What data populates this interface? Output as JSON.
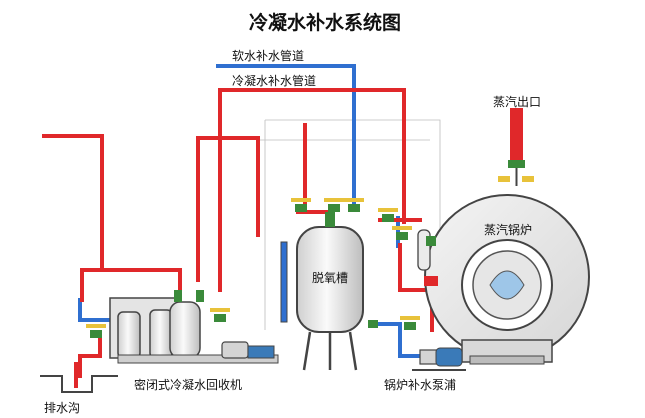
{
  "diagram": {
    "title": "冷凝水补水系统图",
    "labels": {
      "soft_water_pipe": "软水补水管道",
      "condensate_pipe": "冷凝水补水管道",
      "steam_outlet": "蒸汽出口",
      "steam_boiler": "蒸汽锅炉",
      "deaerator": "脱氧槽",
      "recovery_unit": "密闭式冷凝水回收机",
      "feed_pump": "锅炉补水泵浦",
      "drain_ditch": "排水沟"
    },
    "colors": {
      "condensate_line": "#e0282a",
      "soft_water_line": "#2f6fd0",
      "equipment_fill": "#eeeeee",
      "equipment_stroke": "#444444",
      "valve_green": "#3a8a3a",
      "valve_yellow": "#e8c23a"
    }
  }
}
